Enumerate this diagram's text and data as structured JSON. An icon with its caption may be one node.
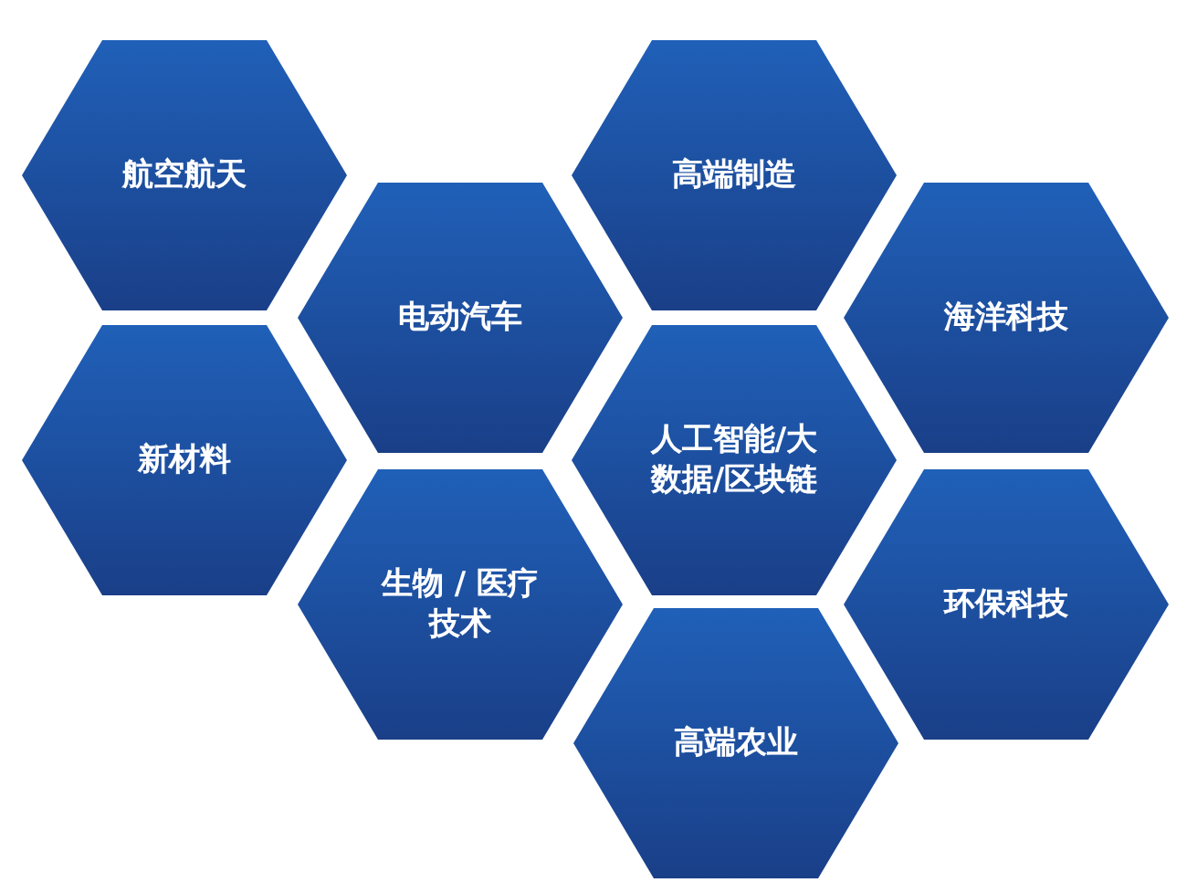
{
  "diagram": {
    "nodes": [
      {
        "text": [
          "航空航天"
        ]
      },
      {
        "text": [
          "高端制造"
        ]
      },
      {
        "text": [
          "电动汽车"
        ]
      },
      {
        "text": [
          "海洋科技"
        ]
      },
      {
        "text": [
          "新材料"
        ]
      },
      {
        "text": [
          "人工智能/大数据/区块链"
        ]
      },
      {
        "text": [
          "生物 / 医疗技术"
        ]
      },
      {
        "text": [
          "环保科技"
        ]
      },
      {
        "text": [
          "高端农业"
        ]
      }
    ]
  }
}
